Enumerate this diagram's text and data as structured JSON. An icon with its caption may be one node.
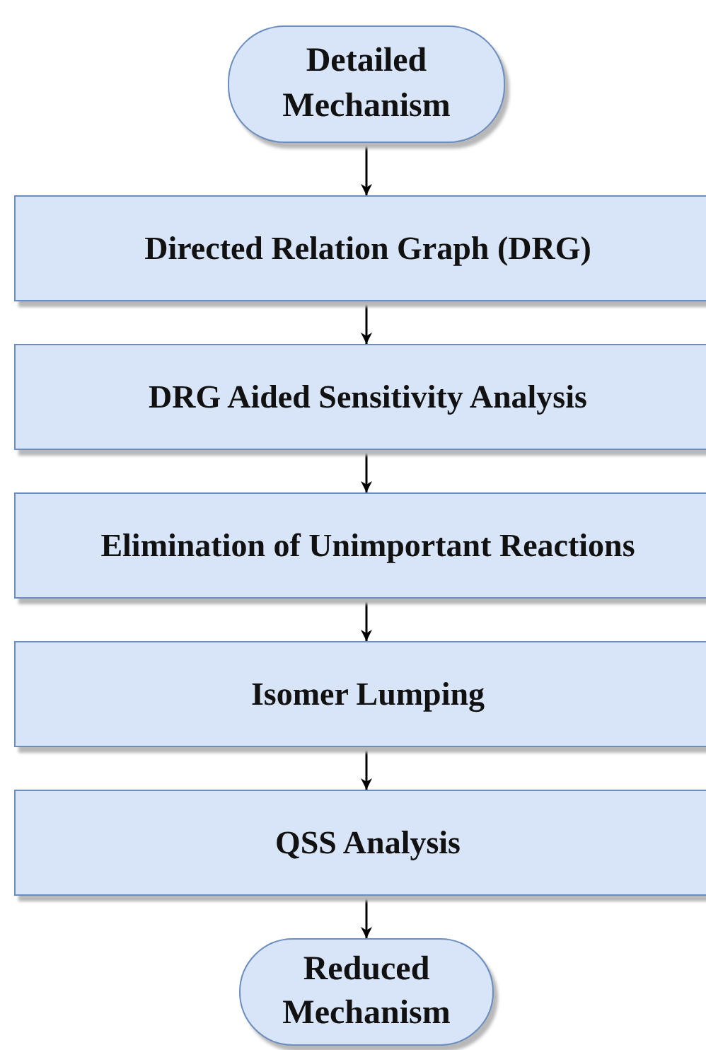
{
  "diagram": {
    "nodes": [
      {
        "text": [
          "Detailed Mechanism"
        ]
      },
      {
        "text": [
          "Directed Relation Graph (DRG)"
        ]
      },
      {
        "text": [
          "DRG Aided Sensitivity Analysis"
        ]
      },
      {
        "text": [
          "Elimination of Unimportant Reactions"
        ]
      },
      {
        "text": [
          "Isomer Lumping"
        ]
      },
      {
        "text": [
          "QSS Analysis"
        ]
      },
      {
        "text": [
          "Reduced Mechanism"
        ]
      }
    ],
    "edges": [
      {
        "from": 0,
        "to": 1,
        "arrow": "to"
      },
      {
        "from": 1,
        "to": 2,
        "arrow": "to"
      },
      {
        "from": 2,
        "to": 3,
        "arrow": "to"
      },
      {
        "from": 3,
        "to": 4,
        "arrow": "to"
      },
      {
        "from": 4,
        "to": 5,
        "arrow": "to"
      },
      {
        "from": 5,
        "to": 6,
        "arrow": "to"
      }
    ]
  }
}
